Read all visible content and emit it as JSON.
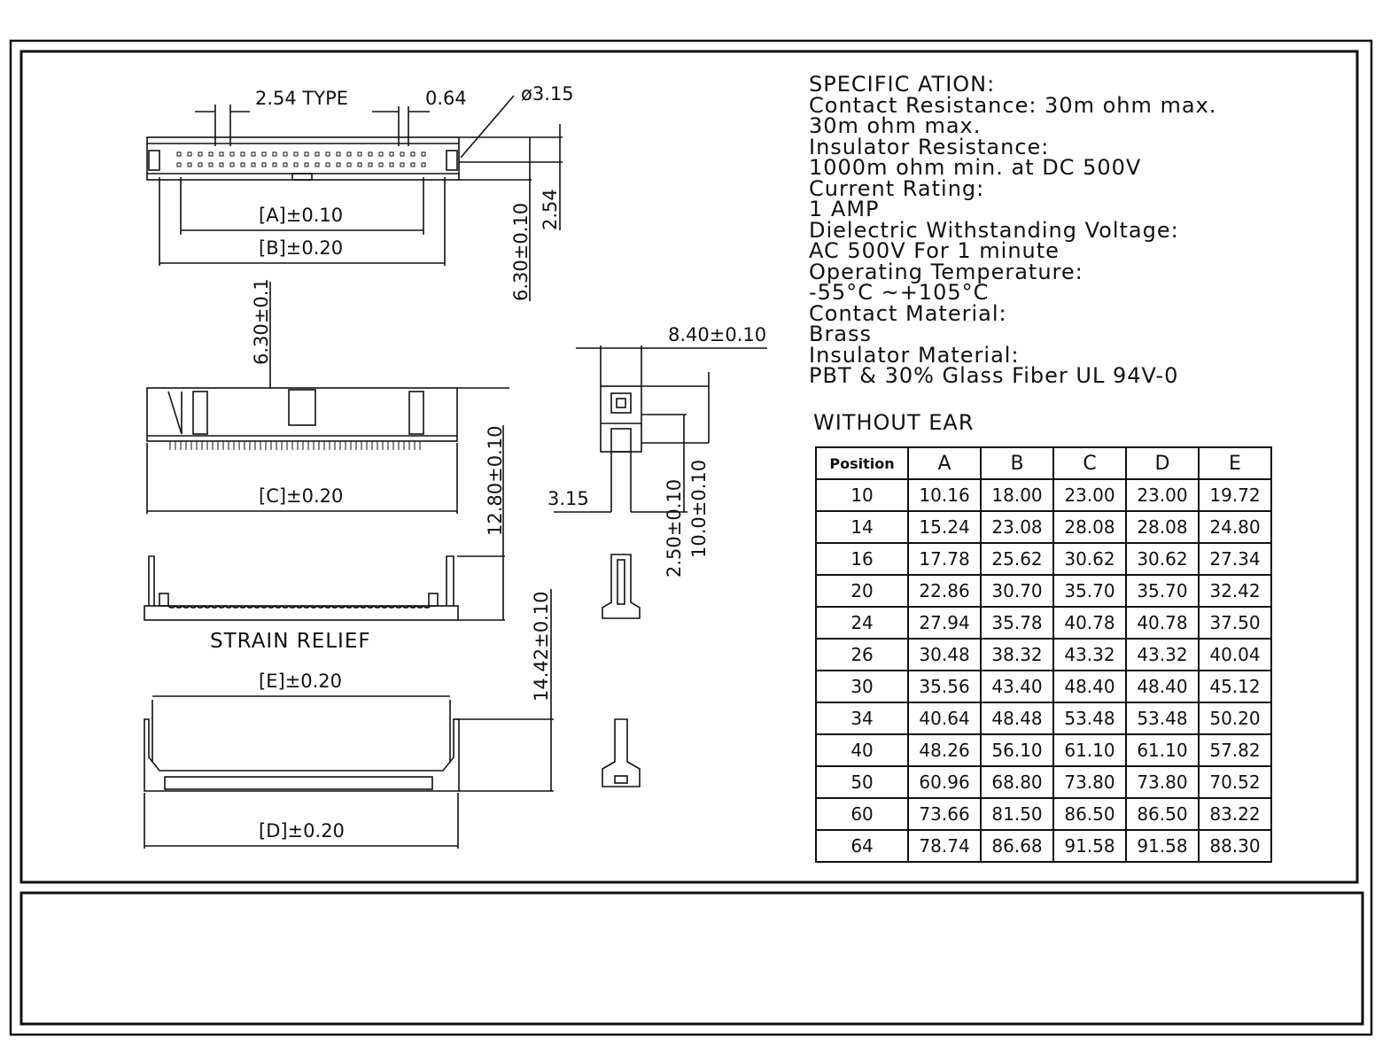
{
  "spec": {
    "title": "SPECIFIC ATION:",
    "lines": [
      "Contact Resistance: 30m ohm max.",
      "30m ohm max.",
      "Insulator Resistance:",
      "1000m ohm min. at DC 500V",
      "Current Rating:",
      "1 AMP",
      "Dielectric Withstanding Voltage:",
      "AC 500V For 1 minute",
      "Operating Temperature:",
      "-55°C ~+105°C",
      "Contact Material:",
      "Brass",
      "Insulator Material:",
      "PBT & 30% Glass Fiber UL 94V-0"
    ]
  },
  "table": {
    "title": "WITHOUT EAR",
    "headers": [
      "Position",
      "A",
      "B",
      "C",
      "D",
      "E"
    ],
    "rows": [
      [
        "10",
        "10.16",
        "18.00",
        "23.00",
        "23.00",
        "19.72"
      ],
      [
        "14",
        "15.24",
        "23.08",
        "28.08",
        "28.08",
        "24.80"
      ],
      [
        "16",
        "17.78",
        "25.62",
        "30.62",
        "30.62",
        "27.34"
      ],
      [
        "20",
        "22.86",
        "30.70",
        "35.70",
        "35.70",
        "32.42"
      ],
      [
        "24",
        "27.94",
        "35.78",
        "40.78",
        "40.78",
        "37.50"
      ],
      [
        "26",
        "30.48",
        "38.32",
        "43.32",
        "43.32",
        "40.04"
      ],
      [
        "30",
        "35.56",
        "43.40",
        "48.40",
        "48.40",
        "45.12"
      ],
      [
        "34",
        "40.64",
        "48.48",
        "53.48",
        "53.48",
        "50.20"
      ],
      [
        "40",
        "48.26",
        "56.10",
        "61.10",
        "61.10",
        "57.82"
      ],
      [
        "50",
        "60.96",
        "68.80",
        "73.80",
        "73.80",
        "70.52"
      ],
      [
        "60",
        "73.66",
        "81.50",
        "86.50",
        "86.50",
        "83.22"
      ],
      [
        "64",
        "78.74",
        "86.68",
        "91.58",
        "91.58",
        "88.30"
      ]
    ]
  },
  "labels": {
    "pitch": "2.54 TYPE",
    "pin_width": "0.64",
    "hole_dia": "ø3.15",
    "dim_a": "[A]±0.10",
    "dim_b": "[B]±0.20",
    "dim_c": "[C]±0.20",
    "dim_d": "[D]±0.20",
    "dim_e": "[E]±0.20",
    "height_630_010": "6.30±0.10",
    "height_254": "2.54",
    "height_630_01": "6.30±0.1",
    "height_1280": "12.80±0.10",
    "height_1442": "14.42±0.10",
    "width_840": "8.40±0.10",
    "offset_315": "3.15",
    "height_250": "2.50±0.10",
    "height_100": "10.0±0.10",
    "strain_relief": "STRAIN RELIEF"
  }
}
